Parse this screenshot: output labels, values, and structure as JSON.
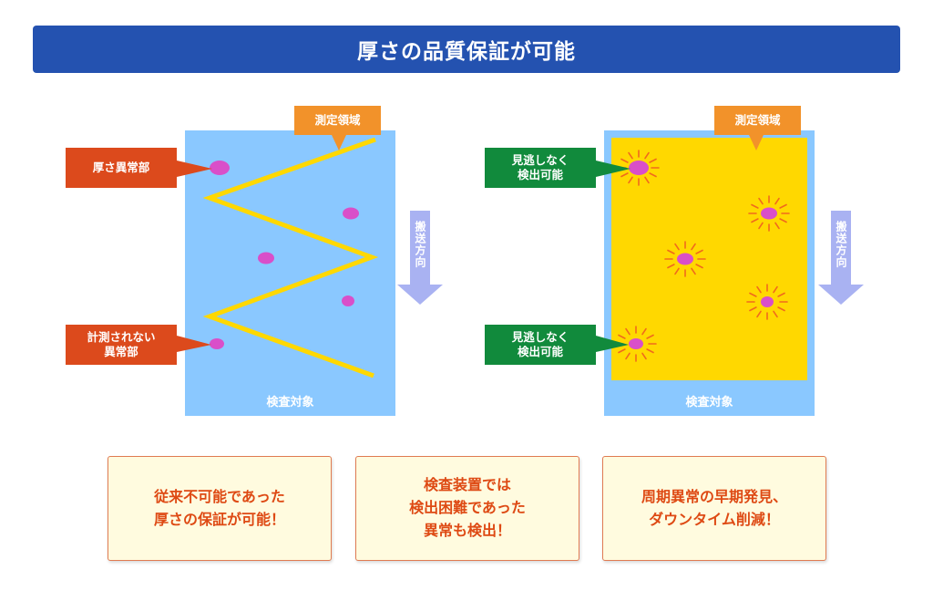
{
  "title": "厚さの品質保証が可能",
  "left_diagram": {
    "target_label": "検査対象",
    "measurement_label": "測定領域",
    "defect_label": "厚さ異常部",
    "unmeasured_label": "計測されない\n異常部",
    "direction_label": "搬送方向"
  },
  "right_diagram": {
    "target_label": "検査対象",
    "measurement_label": "測定領域",
    "detect_label_top": "見逃しなく\n検出可能",
    "detect_label_bottom": "見逃しなく\n検出可能",
    "direction_label": "搬送方向"
  },
  "colors": {
    "header": "#2452b0",
    "panel": "#8ac8ff",
    "zigzag": "#ffd800",
    "defect": "#d94fc9",
    "burst": "#f06a1c",
    "tag_red": "#dc4a1c",
    "tag_green": "#118a3c",
    "tag_orange": "#f2922a",
    "arrow": "#a9b2f2",
    "box_text": "#de4a14"
  },
  "benefits": [
    {
      "text": "従来不可能であった\n厚さの保証が可能！"
    },
    {
      "text": "検査装置では\n検出困難であった\n異常も検出！"
    },
    {
      "text": "周期異常の早期発見、\nダウンタイム削減！"
    }
  ]
}
